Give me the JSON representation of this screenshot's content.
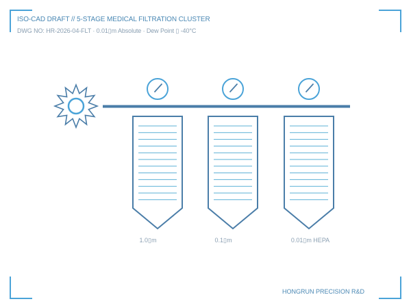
{
  "header": {
    "title": "ISO-CAD DRAFT // 5-STAGE MEDICAL FILTRATION CLUSTER",
    "subtitle": "DWG NO: HR-2026-04-FLT · 0.01▯m Absolute · Dew Point ▯ -40°C"
  },
  "stages": [
    {
      "label": "1.0▯m"
    },
    {
      "label": "0.1▯m"
    },
    {
      "label": "0.01▯m HEPA"
    }
  ],
  "footer": {
    "brand": "HONGRUN PRECISION R&D"
  },
  "colors": {
    "primary": "#4a7da8",
    "accent": "#4aa3d8",
    "pleat": "#5bb0d6",
    "muted": "#8a9fb2"
  },
  "icons": {
    "source": "sun-burst-icon",
    "gauge": "pressure-gauge-icon"
  }
}
